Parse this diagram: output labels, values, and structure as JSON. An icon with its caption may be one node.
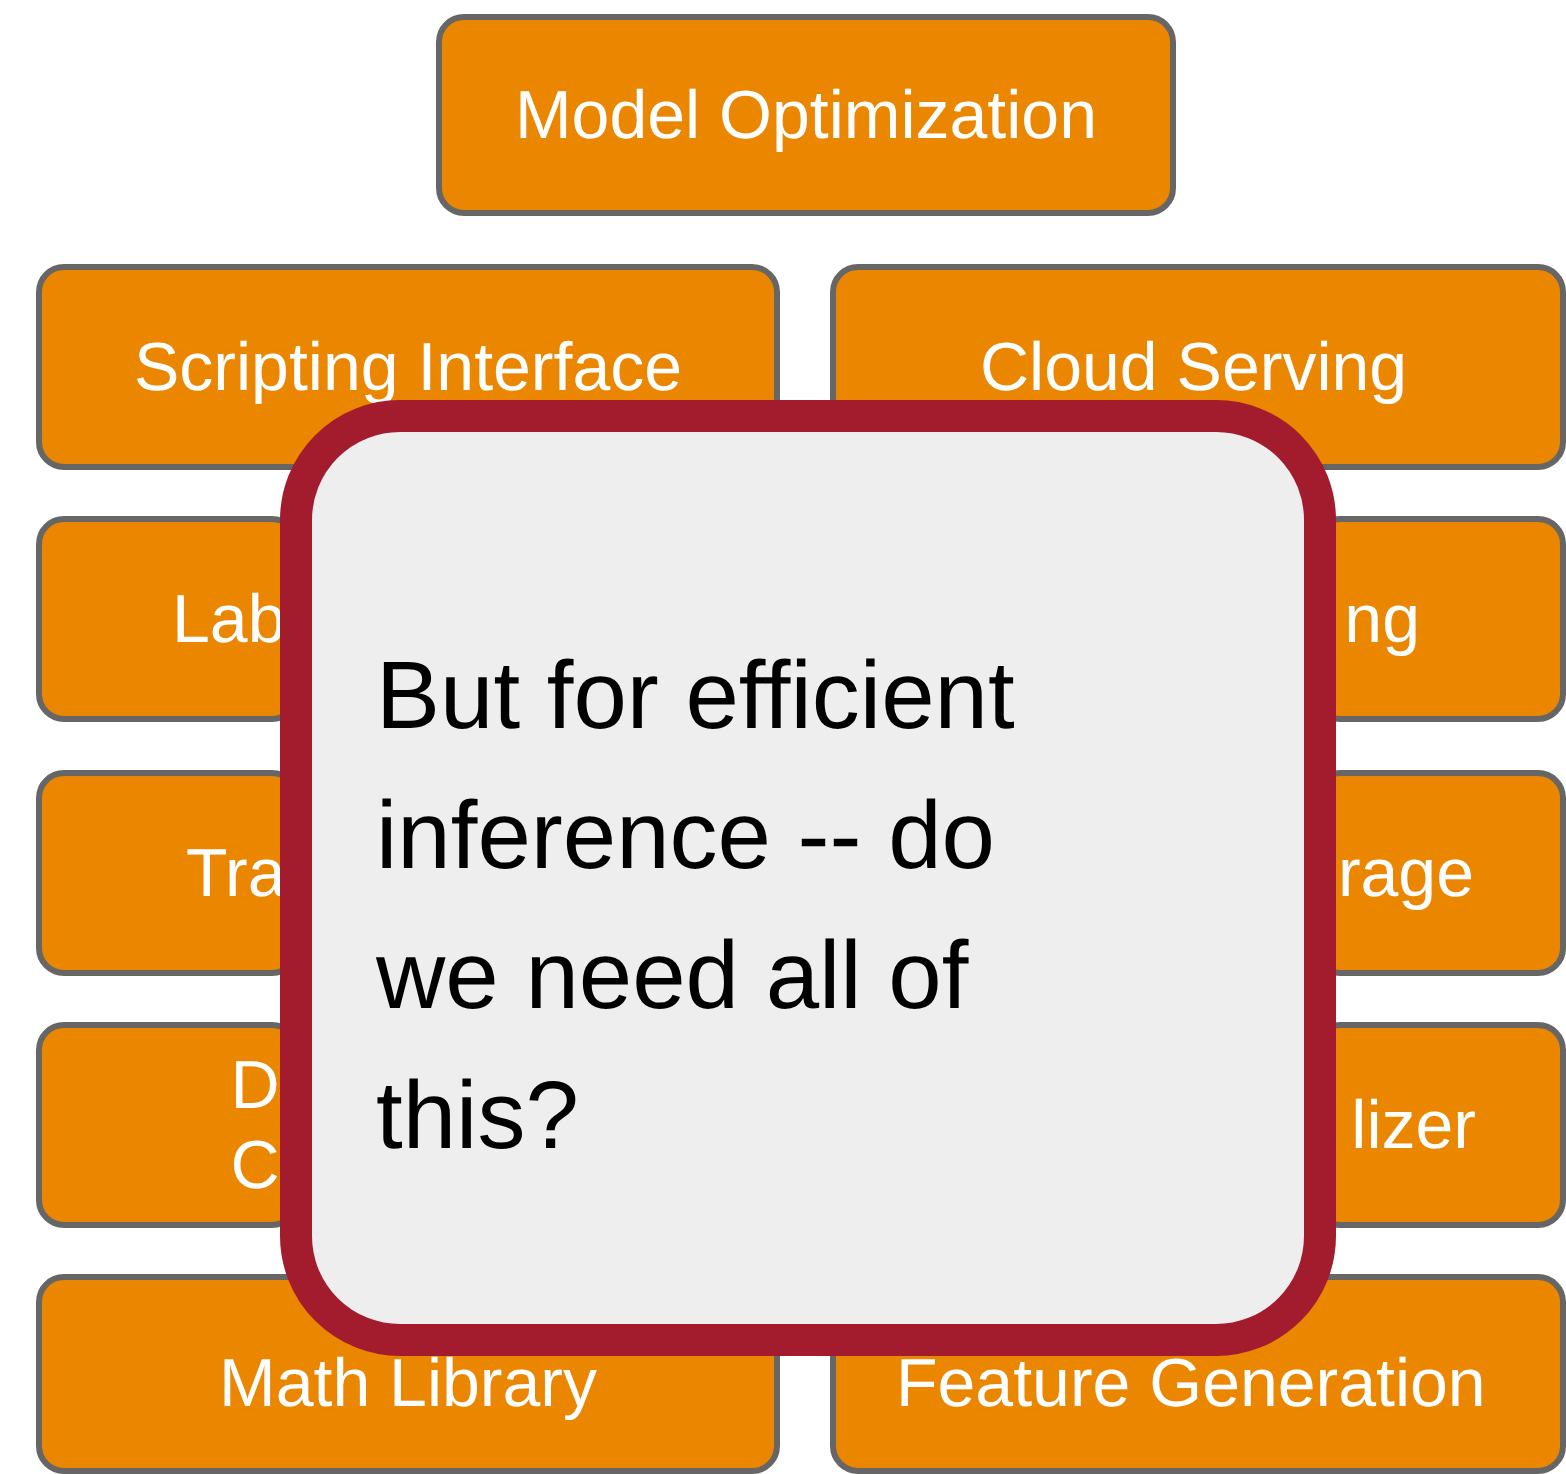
{
  "diagram": {
    "nodes": [
      {
        "text": [
          "Model Optimization"
        ]
      },
      {
        "text": [
          "Scripting Interface"
        ]
      },
      {
        "text": [
          "Cloud Serving"
        ]
      },
      {
        "text": [
          "Lab"
        ]
      },
      {
        "text": [
          "ng"
        ]
      },
      {
        "text": [
          "Tra"
        ]
      },
      {
        "text": [
          "rage"
        ]
      },
      {
        "text": [
          "D C"
        ]
      },
      {
        "text": [
          "lizer"
        ]
      },
      {
        "text": [
          "Math Library"
        ]
      },
      {
        "text": [
          "Feature Generation"
        ]
      },
      {
        "text": [
          "But for efficient inference -- do we need all of this?"
        ]
      }
    ]
  }
}
